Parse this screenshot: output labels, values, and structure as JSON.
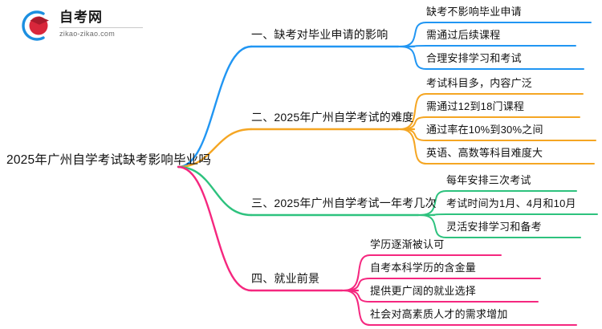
{
  "logo": {
    "title": "自考网",
    "domain": "zikao-zikao.com",
    "mark_icon": "graduation-cap-icon",
    "arc_color": "#1C8FE0",
    "cap_color": "#D8273B",
    "cap_dark_color": "#A81B2C"
  },
  "mindmap": {
    "root": {
      "label": "2025年广州自学考试缺考影响毕业吗"
    },
    "branches": [
      {
        "label": "一、缺考对毕业申请的影响",
        "color": "#2196F3",
        "children": [
          {
            "label": "缺考不影响毕业申请"
          },
          {
            "label": "需通过后续课程"
          },
          {
            "label": "合理安排学习和考试"
          }
        ]
      },
      {
        "label": "二、2025年广州自学考试的难度",
        "color": "#F5A623",
        "children": [
          {
            "label": "考试科目多，内容广泛"
          },
          {
            "label": "需通过12到18门课程"
          },
          {
            "label": "通过率在10%到30%之间"
          },
          {
            "label": "英语、高数等科目难度大"
          }
        ]
      },
      {
        "label": "三、2025年广州自学考试一年考几次",
        "color": "#2EC27E",
        "children": [
          {
            "label": "每年安排三次考试"
          },
          {
            "label": "考试时间为1月、4月和10月"
          },
          {
            "label": "灵活安排学习和备考"
          }
        ]
      },
      {
        "label": "四、就业前景",
        "color": "#F5277F",
        "children": [
          {
            "label": "学历逐渐被认可"
          },
          {
            "label": "自考本科学历的含金量"
          },
          {
            "label": "提供更广阔的就业选择"
          },
          {
            "label": "社会对高素质人才的需求增加"
          }
        ]
      }
    ]
  }
}
